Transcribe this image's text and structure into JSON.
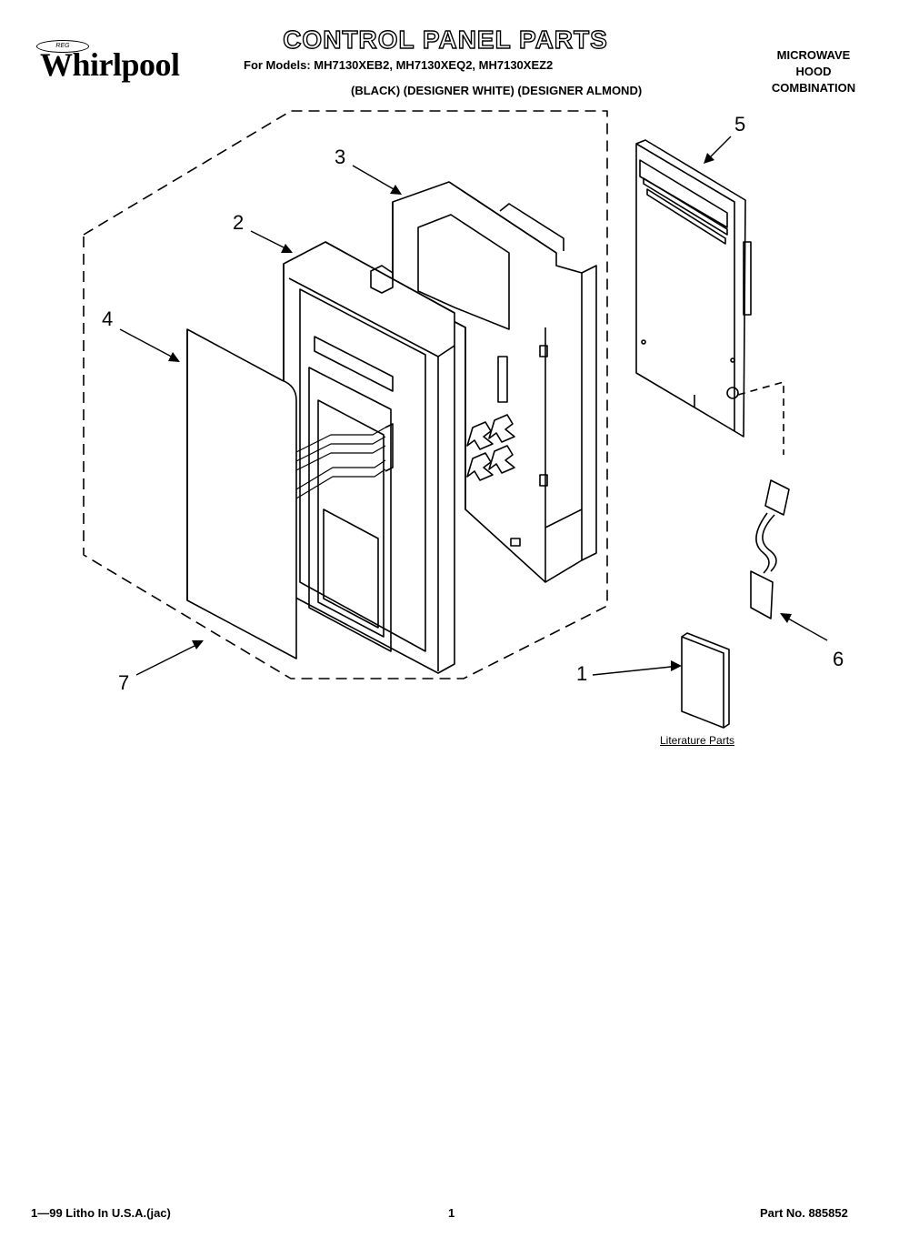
{
  "header": {
    "brand": "Whirlpool",
    "brand_badge": "REG",
    "title": "CONTROL PANEL PARTS",
    "models_line": "For Models: MH7130XEB2, MH7130XEQ2, MH7130XEZ2",
    "variants_line": "(BLACK)   (DESIGNER WHITE)   (DESIGNER ALMOND)",
    "product_type": [
      "MICROWAVE",
      "HOOD",
      "COMBINATION"
    ]
  },
  "callouts": [
    "1",
    "2",
    "3",
    "4",
    "5",
    "6",
    "7"
  ],
  "literature_label": "Literature Parts",
  "footer": {
    "litho": "1—99 Litho In U.S.A.(jac)",
    "page": "1",
    "part_no": "Part No. 885852"
  }
}
